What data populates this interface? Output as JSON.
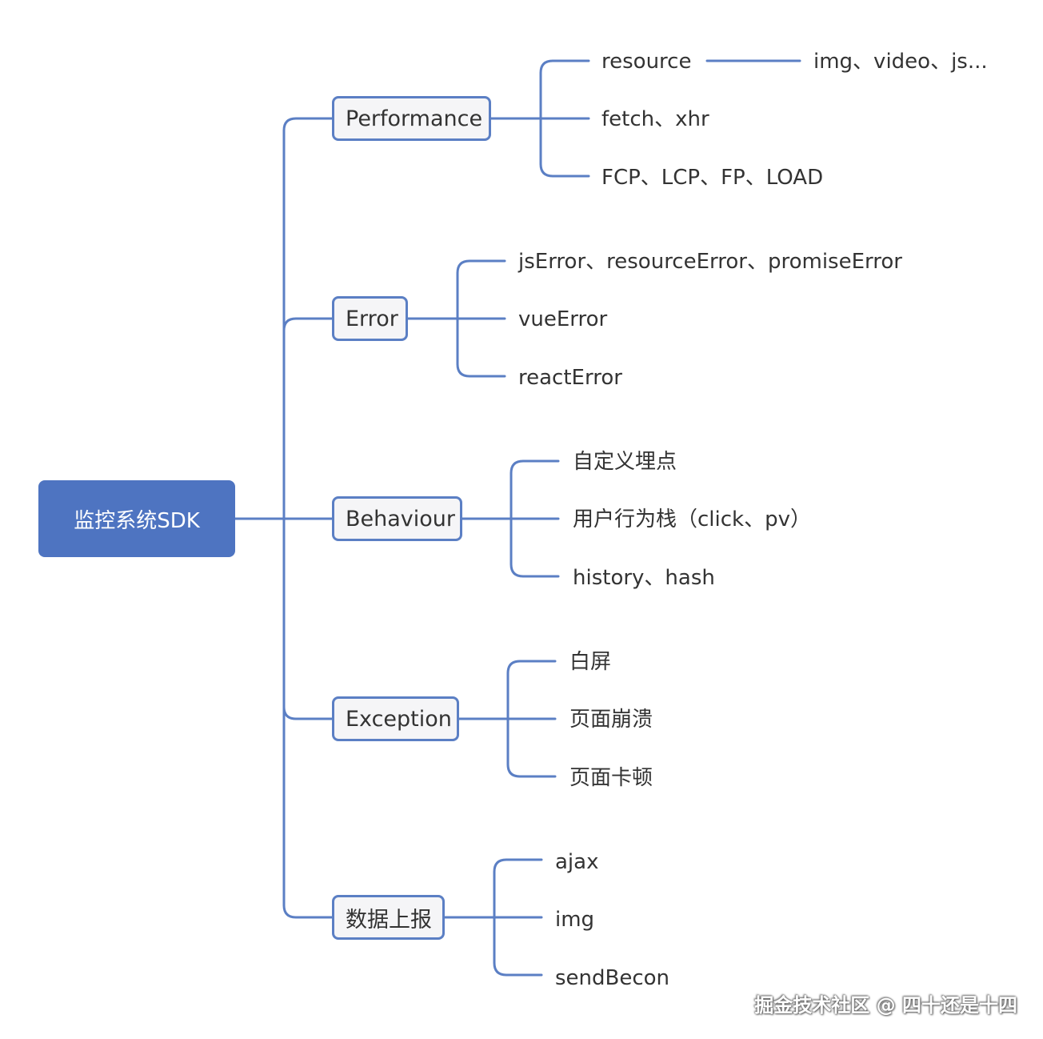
{
  "root": "监控系统SDK",
  "branches": [
    {
      "label": "Performance",
      "items": [
        "resource",
        "fetch、xhr",
        "FCP、LCP、FP、LOAD"
      ],
      "sub": "img、video、js..."
    },
    {
      "label": "Error",
      "items": [
        "jsError、resourceError、promiseError",
        "vueError",
        "reactError"
      ]
    },
    {
      "label": "Behaviour",
      "items": [
        "自定义埋点",
        "用户行为栈（click、pv）",
        "history、hash"
      ]
    },
    {
      "label": "Exception",
      "items": [
        "白屏",
        "页面崩溃",
        "页面卡顿"
      ]
    },
    {
      "label": "数据上报",
      "items": [
        "ajax",
        "img",
        "sendBecon"
      ]
    }
  ],
  "watermark": "掘金技术社区 @ 四十还是十四",
  "colors": {
    "root_fill": "#4e74c1",
    "line": "#5b7fc4",
    "branch_fill": "#f5f5f7",
    "text": "#333333"
  }
}
